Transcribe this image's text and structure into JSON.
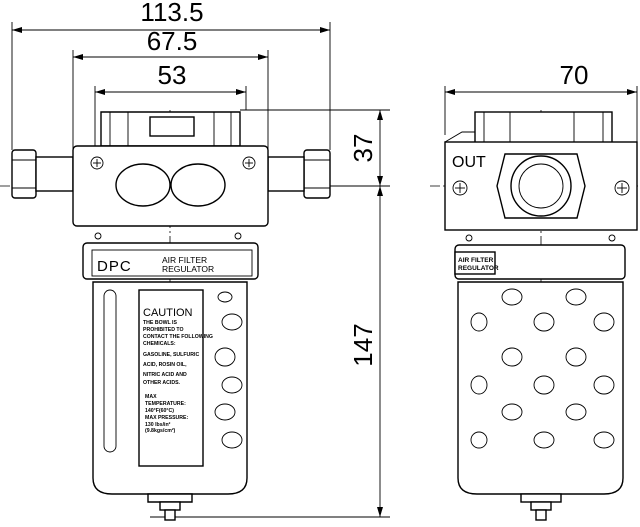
{
  "dimensions": {
    "overall_width": "113.5",
    "body_width": "67.5",
    "head_width": "53",
    "side_width": "70",
    "head_height": "37",
    "bowl_height": "147"
  },
  "front_view": {
    "brand": "DPC",
    "product_line1": "AIR  FILTER",
    "product_line2": "REGULATOR",
    "caution_title": "CAUTION",
    "caution_lines": [
      "THE BOWL IS",
      "PROHIBITED TO",
      "CONTACT THE FOLLOWING",
      "CHEMICALS:",
      "GASOLINE, SULFURIC",
      "ACID, ROSIN OIL,",
      "NITRIC ACID AND",
      "OTHER ACIDS."
    ],
    "max_temp_label1": "MAX",
    "max_temp_label2": "TEMPERATURE:",
    "max_temp_value": "140°F(60°C)",
    "max_pressure_label": "MAX  PRESSURE:",
    "max_pressure_value1": "130 lbs/in²",
    "max_pressure_value2": "(9.8kgs/cm²)"
  },
  "side_view": {
    "port_label": "OUT",
    "label_line1": "AIR FILTER",
    "label_line2": "REGULATOR"
  }
}
